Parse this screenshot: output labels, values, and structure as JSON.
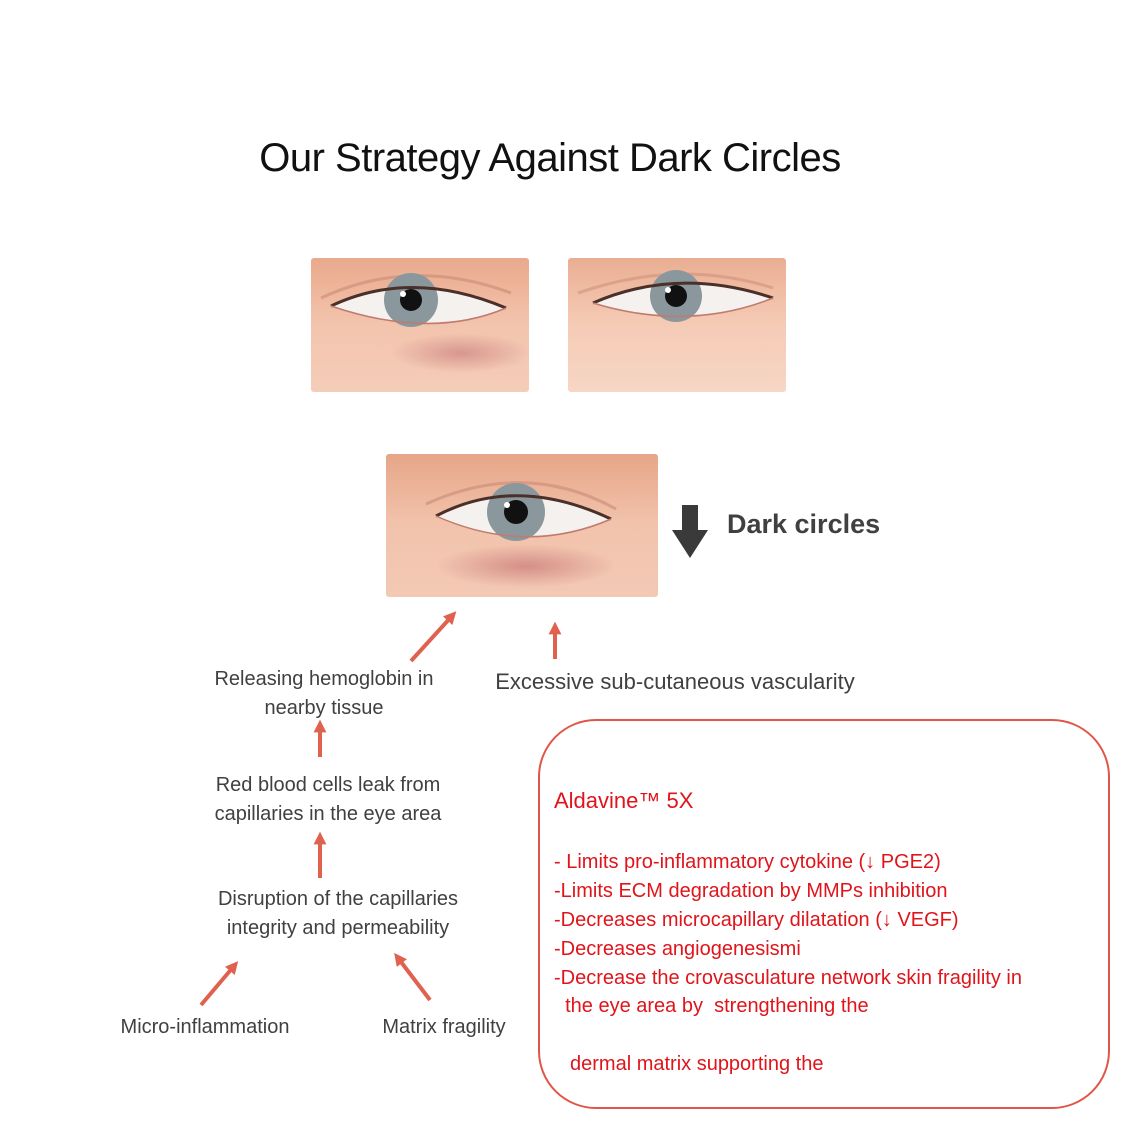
{
  "title": "Our Strategy Against Dark Circles",
  "colors": {
    "arrow": "#e0624e",
    "red_text": "#e0141b",
    "box_border": "#e0574a",
    "dark_arrow": "#3a3a3a"
  },
  "dark_circles_label": "Dark circles",
  "nodes": {
    "releasing": [
      "Releasing hemoglobin in",
      "nearby tissue"
    ],
    "excessive": "Excessive sub-cutaneous  vascularity",
    "red_cells": [
      "Red blood cells leak from",
      "capillaries in the eye area"
    ],
    "disruption": [
      "Disruption of the capillaries",
      "integrity and permeability"
    ],
    "micro": "Micro-inflammation",
    "matrix": "Matrix fragility"
  },
  "box": {
    "heading": "Aldavine™ 5X",
    "lines": [
      "- Limits pro-inflammatory cytokine (↓ PGE2)",
      "-Limits ECM degradation by MMPs  inhibition",
      "-Decreases  microcapillary dilatation (↓ VEGF)",
      "-Decreases angiogenesismi",
      "-Decrease the crovasculature network skin fragility in",
      "  the eye area by  strengthening the",
      "dermal matrix supporting the"
    ]
  }
}
